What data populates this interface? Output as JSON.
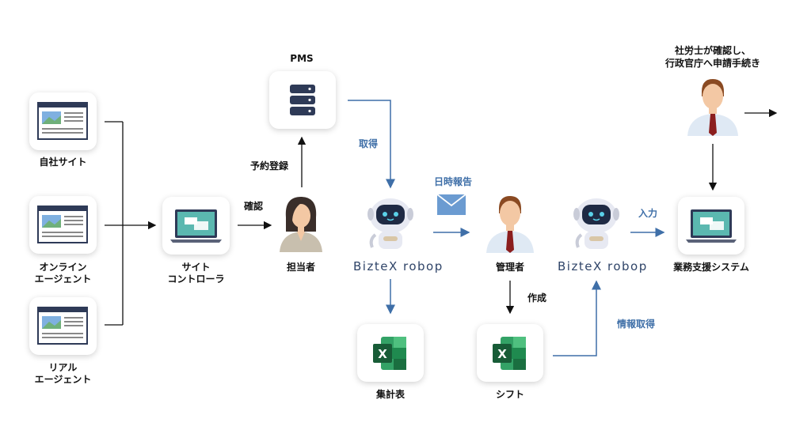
{
  "labels": {
    "own_site": "自社サイト",
    "online_agent_line1": "オンライン",
    "online_agent_line2": "エージェント",
    "real_agent_line1": "リアル",
    "real_agent_line2": "エージェント",
    "site_controller_line1": "サイト",
    "site_controller_line2": "コントローラ",
    "confirm": "確認",
    "reservation": "予約登録",
    "pms": "PMS",
    "staff": "担当者",
    "acquire": "取得",
    "datetime_report": "日時報告",
    "manager": "管理者",
    "create": "作成",
    "input": "入力",
    "info_acquire": "情報取得",
    "summary_table": "集計表",
    "shift": "シフト",
    "business_system": "業務支援システム",
    "labor_consultant_line1": "社労士が確認し、",
    "labor_consultant_line2": "行政官庁へ申請手続き"
  },
  "brand": {
    "robot1_name": "BizteX robop",
    "robot2_name": "BizteX robop"
  },
  "colors": {
    "flow_blue": "#3f6fa8",
    "flow_black": "#111111",
    "excel_green": "#1f7a45"
  },
  "icons": {
    "website": "website-icon",
    "laptop": "laptop-icon",
    "database": "database-icon",
    "person_female": "female-person-icon",
    "person_male": "male-person-icon",
    "robot": "robot-icon",
    "mail": "mail-icon",
    "excel": "excel-icon"
  }
}
